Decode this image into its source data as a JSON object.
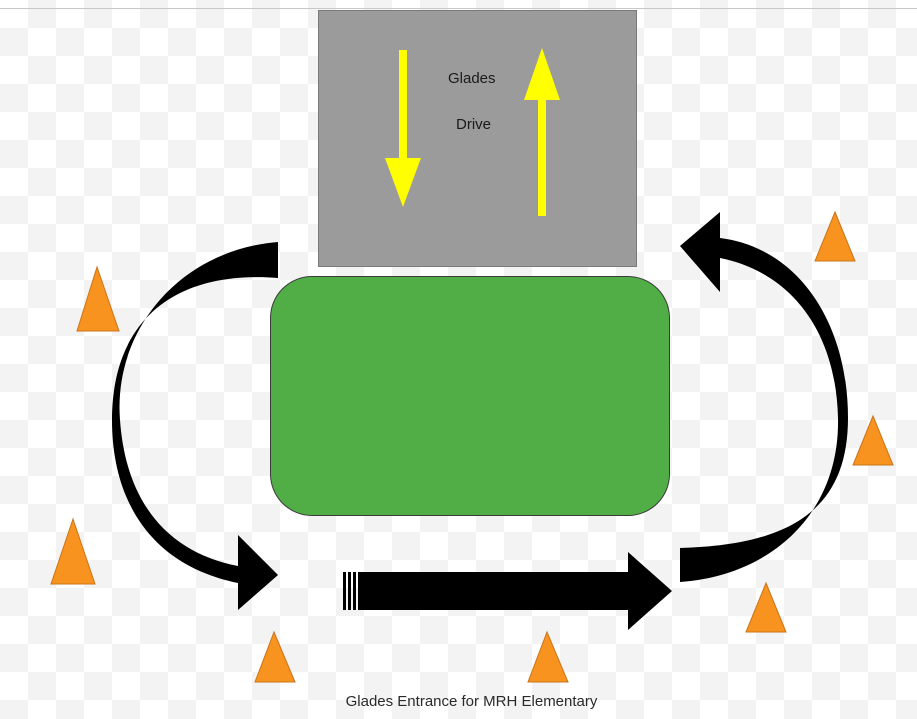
{
  "road": {
    "label_line1": "Glades",
    "label_line2": "Drive"
  },
  "caption": "Glades Entrance for MRH Elementary",
  "colors": {
    "road": "#9b9b9b",
    "island": "#51ae47",
    "direction_arrows": "#ffff00",
    "traffic_arrows": "#000000",
    "cones": "#f7931e"
  },
  "icons": {
    "cone": "traffic-cone-icon",
    "arrow": "traffic-flow-arrow"
  }
}
